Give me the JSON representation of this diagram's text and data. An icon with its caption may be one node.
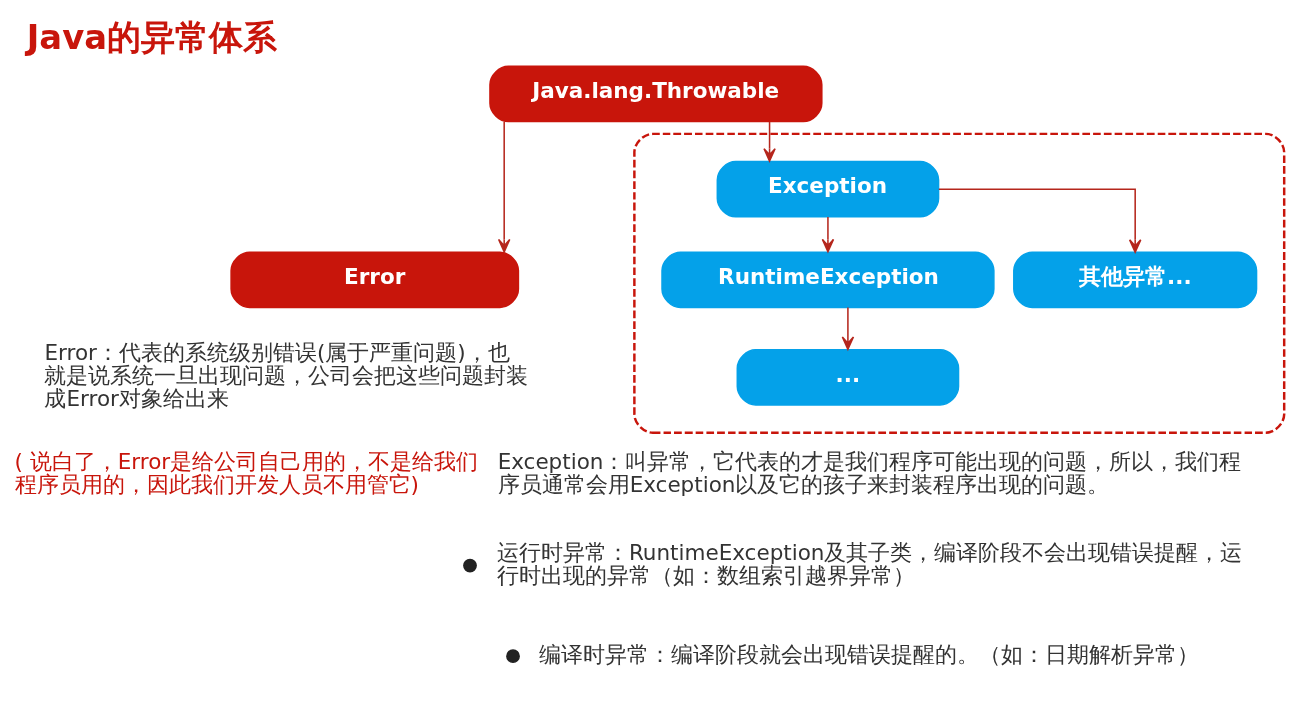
{
  "diagram": {
    "title": "Java的异常体系",
    "nodes": [
      {
        "text": [
          "Java.lang.Throwable"
        ]
      },
      {
        "text": [
          "Error"
        ]
      },
      {
        "text": [],
        "shape": "box"
      },
      {
        "text": [
          "Exception"
        ],
        "in": 2
      },
      {
        "text": [
          "RuntimeException"
        ],
        "in": 2
      },
      {
        "text": [
          "其他异常..."
        ],
        "in": 2
      },
      {
        "text": [
          "..."
        ],
        "in": 2
      }
    ],
    "edges": [
      {
        "from": 0,
        "to": 1,
        "arrow": "to"
      },
      {
        "from": 0,
        "to": 3,
        "arrow": "to"
      },
      {
        "from": 3,
        "to": 4,
        "arrow": "to"
      },
      {
        "from": 3,
        "to": 5,
        "arrow": "to"
      },
      {
        "from": 4,
        "to": 6,
        "arrow": "to"
      }
    ],
    "labels": [
      "Error：代表的系统级别错误(属于严重问题)，也就是说系统一旦出现问题，公司会把这些问题封装成Error对象给出来",
      "( 说白了，Error是给公司自己用的，不是给我们程序员用的，因此我们开发人员不用管它)",
      "Exception：叫异常，它代表的才是我们程序可能出现的问题，所以，我们程序员通常会用Exception以及它的孩子来封装程序出现的问题。",
      "运行时异常：RuntimeException及其子类，编译阶段不会出现错误提醒，运行时出现的异常（如：数组索引越界异常）",
      "编译时异常：编译阶段就会出现错误提醒的。（如：日期解析异常）"
    ]
  }
}
